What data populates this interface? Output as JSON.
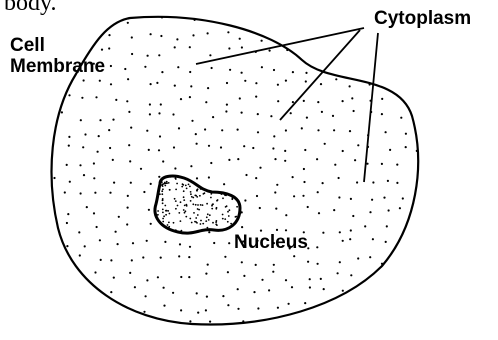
{
  "diagram": {
    "top_fragment": "body.",
    "labels": {
      "cytoplasm": "Cytoplasm",
      "cell_membrane_line1": "Cell",
      "cell_membrane_line2": "Membrane",
      "nucleus": "Nucleus"
    },
    "colors": {
      "ink": "#000000",
      "background": "#ffffff"
    }
  }
}
